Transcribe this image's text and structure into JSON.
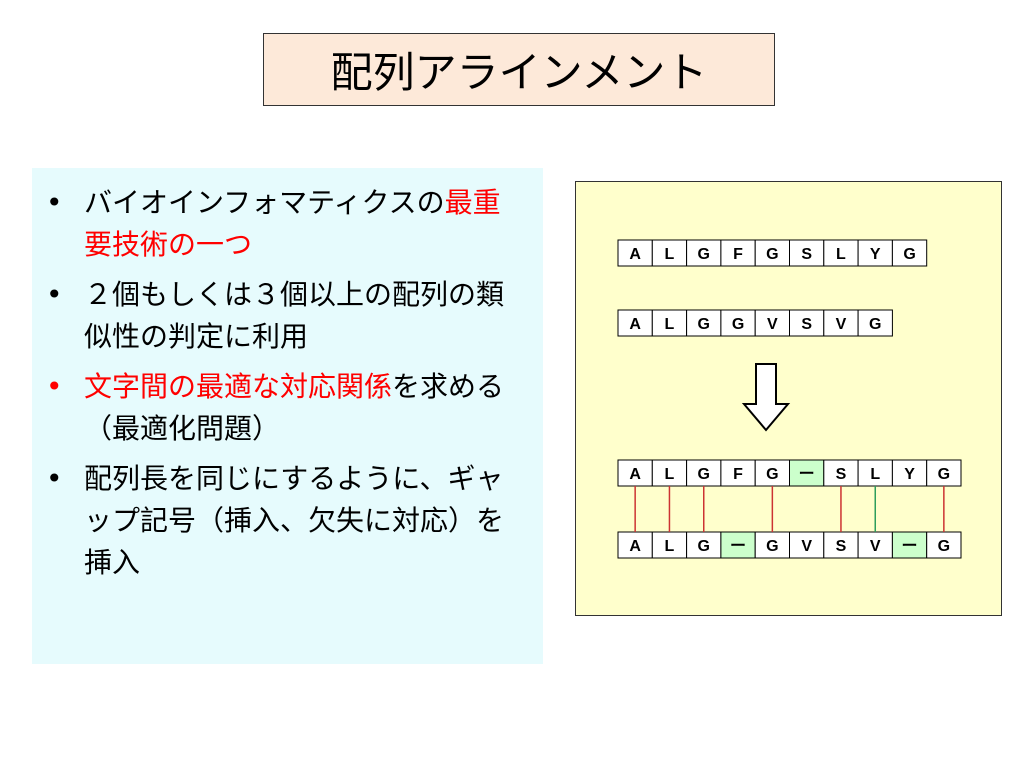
{
  "slide": {
    "title": "配列アラインメント"
  },
  "bullets": [
    {
      "bullet_char": "•",
      "red": false,
      "segments": [
        {
          "text": "バイオインフォマティクスの",
          "red": false
        },
        {
          "text": "最重要技術の一つ",
          "red": true
        }
      ]
    },
    {
      "bullet_char": "•",
      "red": false,
      "segments": [
        {
          "text": "２個もしくは３個以上の配列の類似性の判定に利用",
          "red": false
        }
      ]
    },
    {
      "bullet_char": "•",
      "red": true,
      "segments": [
        {
          "text": "文字間の最適な対応関係",
          "red": true
        },
        {
          "text": "を求める（最適化問題）",
          "red": false
        }
      ]
    },
    {
      "bullet_char": "•",
      "red": false,
      "segments": [
        {
          "text": "配列長を同じにするように、ギャップ記号（挿入、欠失に対応）を挿入",
          "red": false
        }
      ]
    }
  ],
  "diagram": {
    "sequence1": [
      "A",
      "L",
      "G",
      "F",
      "G",
      "S",
      "L",
      "Y",
      "G"
    ],
    "sequence2": [
      "A",
      "L",
      "G",
      "G",
      "V",
      "S",
      "V",
      "G"
    ],
    "aligned1": [
      "A",
      "L",
      "G",
      "F",
      "G",
      "ー",
      "S",
      "L",
      "Y",
      "G"
    ],
    "aligned2": [
      "A",
      "L",
      "G",
      "ー",
      "G",
      "V",
      "S",
      "V",
      "ー",
      "G"
    ],
    "gap_symbol": "ー",
    "match_links": [
      {
        "column": 0,
        "kind": "identical"
      },
      {
        "column": 1,
        "kind": "identical"
      },
      {
        "column": 2,
        "kind": "identical"
      },
      {
        "column": 4,
        "kind": "identical"
      },
      {
        "column": 6,
        "kind": "identical"
      },
      {
        "column": 7,
        "kind": "substitution"
      },
      {
        "column": 9,
        "kind": "identical"
      }
    ],
    "colors": {
      "cell_fill": "#ffffff",
      "gap_fill": "#ccffcc",
      "identical_line": "#cc3333",
      "substitution_line": "#2e9e5b",
      "arrow": "#000000"
    }
  }
}
